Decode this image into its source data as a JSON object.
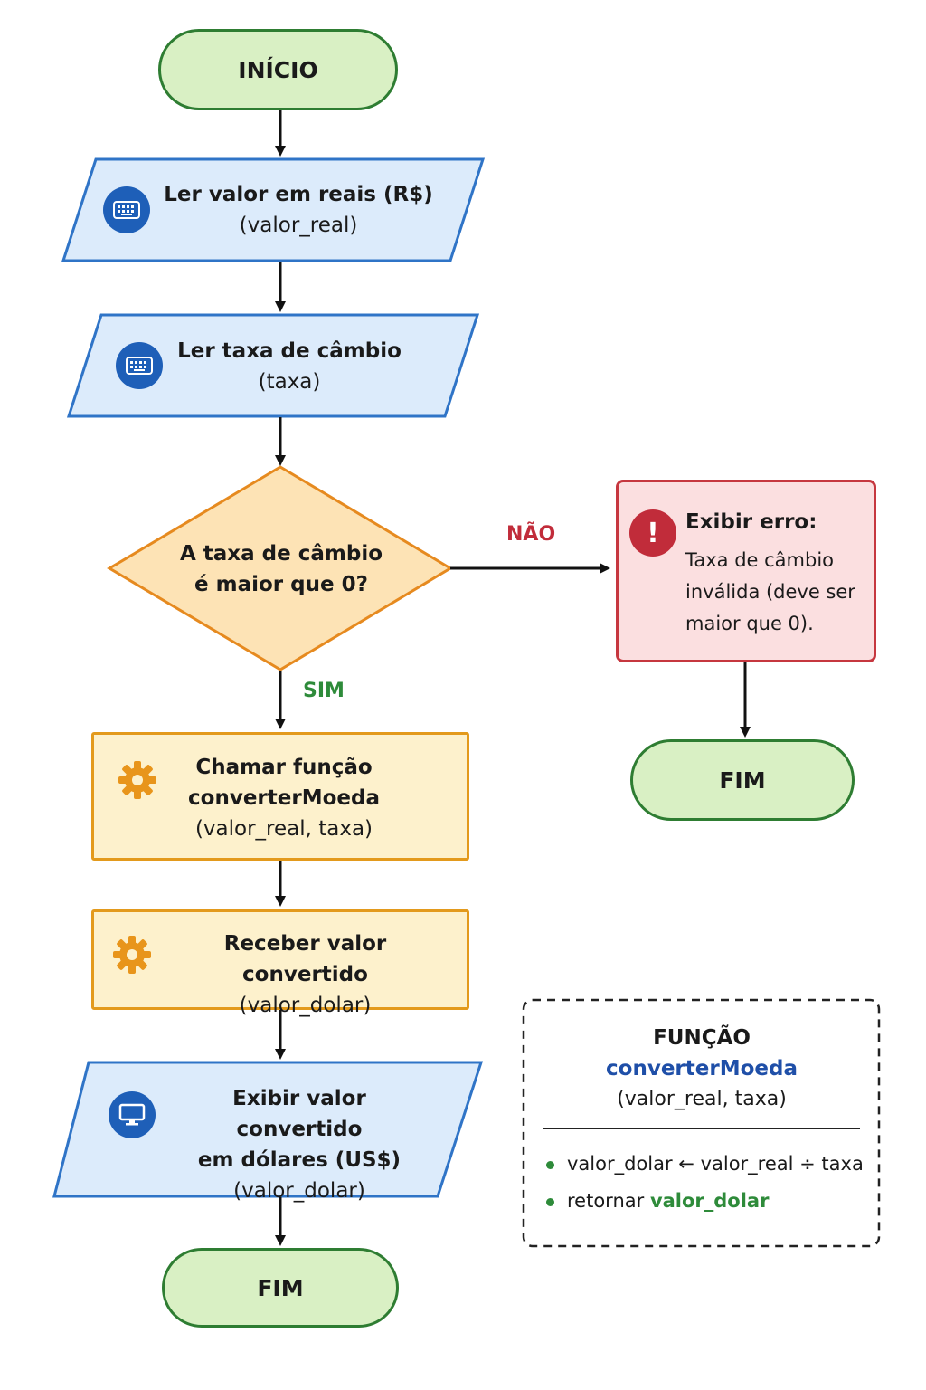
{
  "start": {
    "label": "INÍCIO"
  },
  "input_real": {
    "title": "Ler valor em reais (R$)",
    "var": "(valor_real)",
    "icon": "keyboard-icon"
  },
  "input_rate": {
    "title": "Ler taxa de câmbio",
    "var": "(taxa)",
    "icon": "keyboard-icon"
  },
  "decision": {
    "line1": "A taxa de câmbio",
    "line2": "é maior que 0?",
    "no_label": "NÃO",
    "yes_label": "SIM"
  },
  "error": {
    "icon": "exclamation-icon",
    "title": "Exibir erro:",
    "line1": "Taxa de câmbio",
    "line2": "inválida (deve ser",
    "line3": "maior que 0)."
  },
  "end_error": {
    "label": "FIM"
  },
  "call_fn": {
    "line1": "Chamar função",
    "line2": "converterMoeda",
    "line3": "(valor_real, taxa)",
    "icon": "gear-icon"
  },
  "receive": {
    "title": "Receber valor convertido",
    "var": "(valor_dolar)",
    "icon": "gear-icon"
  },
  "output": {
    "line1": "Exibir valor convertido",
    "line2": "em dólares (US$)",
    "line3": "(valor_dolar)",
    "icon": "monitor-icon"
  },
  "end_main": {
    "label": "FIM"
  },
  "legend": {
    "title": "FUNÇÃO",
    "fn_name": "converterMoeda",
    "args": "(valor_real, taxa)",
    "step1": "valor_dolar ← valor_real ÷ taxa",
    "step2_prefix": "retornar ",
    "step2_value": "valor_dolar"
  },
  "colors": {
    "terminal_fill": "#d9f0c4",
    "terminal_stroke": "#2e7d32",
    "io_fill": "#dcebfb",
    "io_stroke": "#2f74c7",
    "decision_fill": "#fde3b5",
    "decision_stroke": "#e68a1f",
    "process_fill": "#fdf1cc",
    "process_stroke": "#e39a1c",
    "error_fill": "#fbdfe0",
    "error_stroke": "#c6373f",
    "no": "#c12c3a",
    "yes": "#2e8b3a",
    "fn_name": "#1f4fa8"
  }
}
